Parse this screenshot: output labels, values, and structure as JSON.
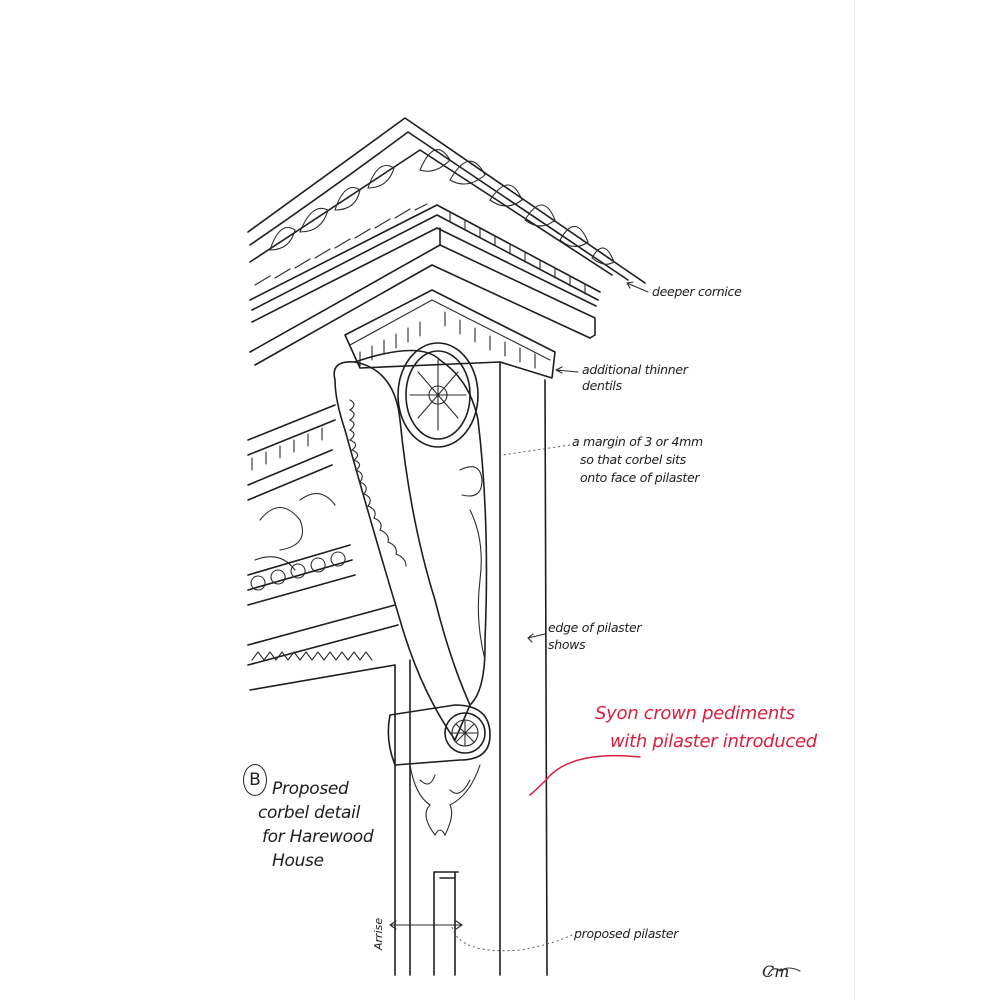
{
  "drawing": {
    "title_badge": "B",
    "title_lines": [
      "Proposed",
      "corbel detail",
      "for Harewood",
      "House"
    ],
    "arrise_label": "Arrise",
    "signature": "Cm"
  },
  "annotations": {
    "deeper_cornice": "deeper cornice",
    "dentils": [
      "additional thinner",
      "dentils"
    ],
    "margin": [
      "a margin of 3 or 4mm",
      "so that corbel sits",
      "onto face of pilaster"
    ],
    "edge": [
      "edge of pilaster",
      "shows"
    ],
    "proposed_pilaster": "proposed pilaster",
    "red_note": [
      "Syon crown pediments",
      "with pilaster introduced"
    ]
  },
  "colors": {
    "ink": "#1e1e1e",
    "red_ink": "#d8203c",
    "paper": "#ffffff"
  }
}
